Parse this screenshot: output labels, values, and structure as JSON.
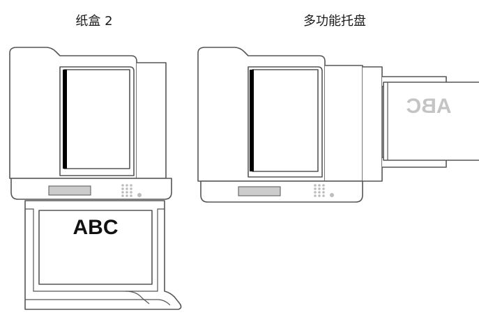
{
  "captions": {
    "left": "纸盒 2",
    "right": "多功能托盘"
  },
  "paper_text": {
    "left": "ABC",
    "right": "ABC"
  },
  "colors": {
    "line": "#555555",
    "scan_bar": "#000000",
    "panel_gray": "#cccccc",
    "mirrored_text": "#c4c4c4"
  },
  "icons": {
    "left": "printer-with-paper-drawer",
    "right": "printer-with-multipurpose-tray"
  }
}
